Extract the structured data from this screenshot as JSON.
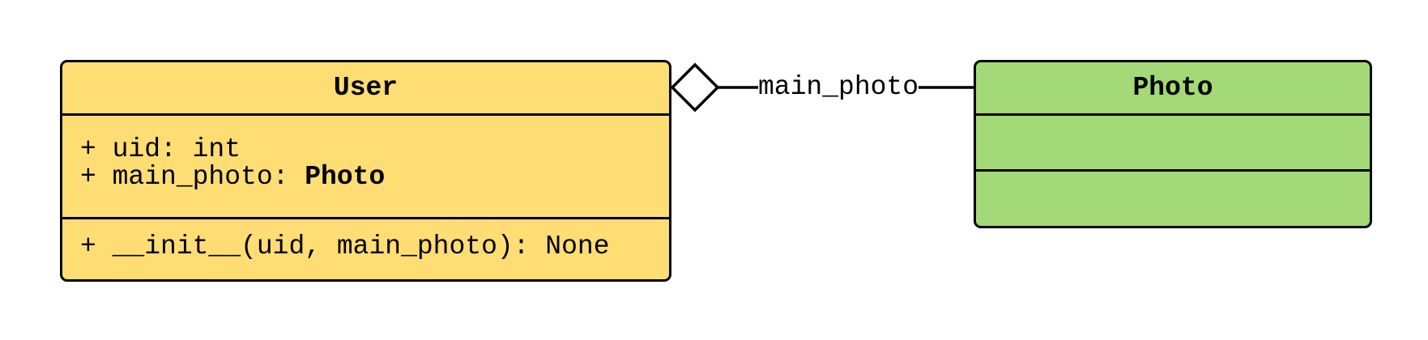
{
  "classes": {
    "user": {
      "name": "User",
      "attributes": [
        {
          "prefix": "+ uid: ",
          "type": "int"
        },
        {
          "prefix": "+ main_photo: ",
          "type": "Photo"
        }
      ],
      "methods": [
        "+ __init__(uid, main_photo): None"
      ],
      "fill": "#fddd74"
    },
    "photo": {
      "name": "Photo",
      "fill": "#a3d977"
    }
  },
  "relation": {
    "type": "aggregation",
    "label": "main_photo",
    "from": "User",
    "to": "Photo"
  }
}
